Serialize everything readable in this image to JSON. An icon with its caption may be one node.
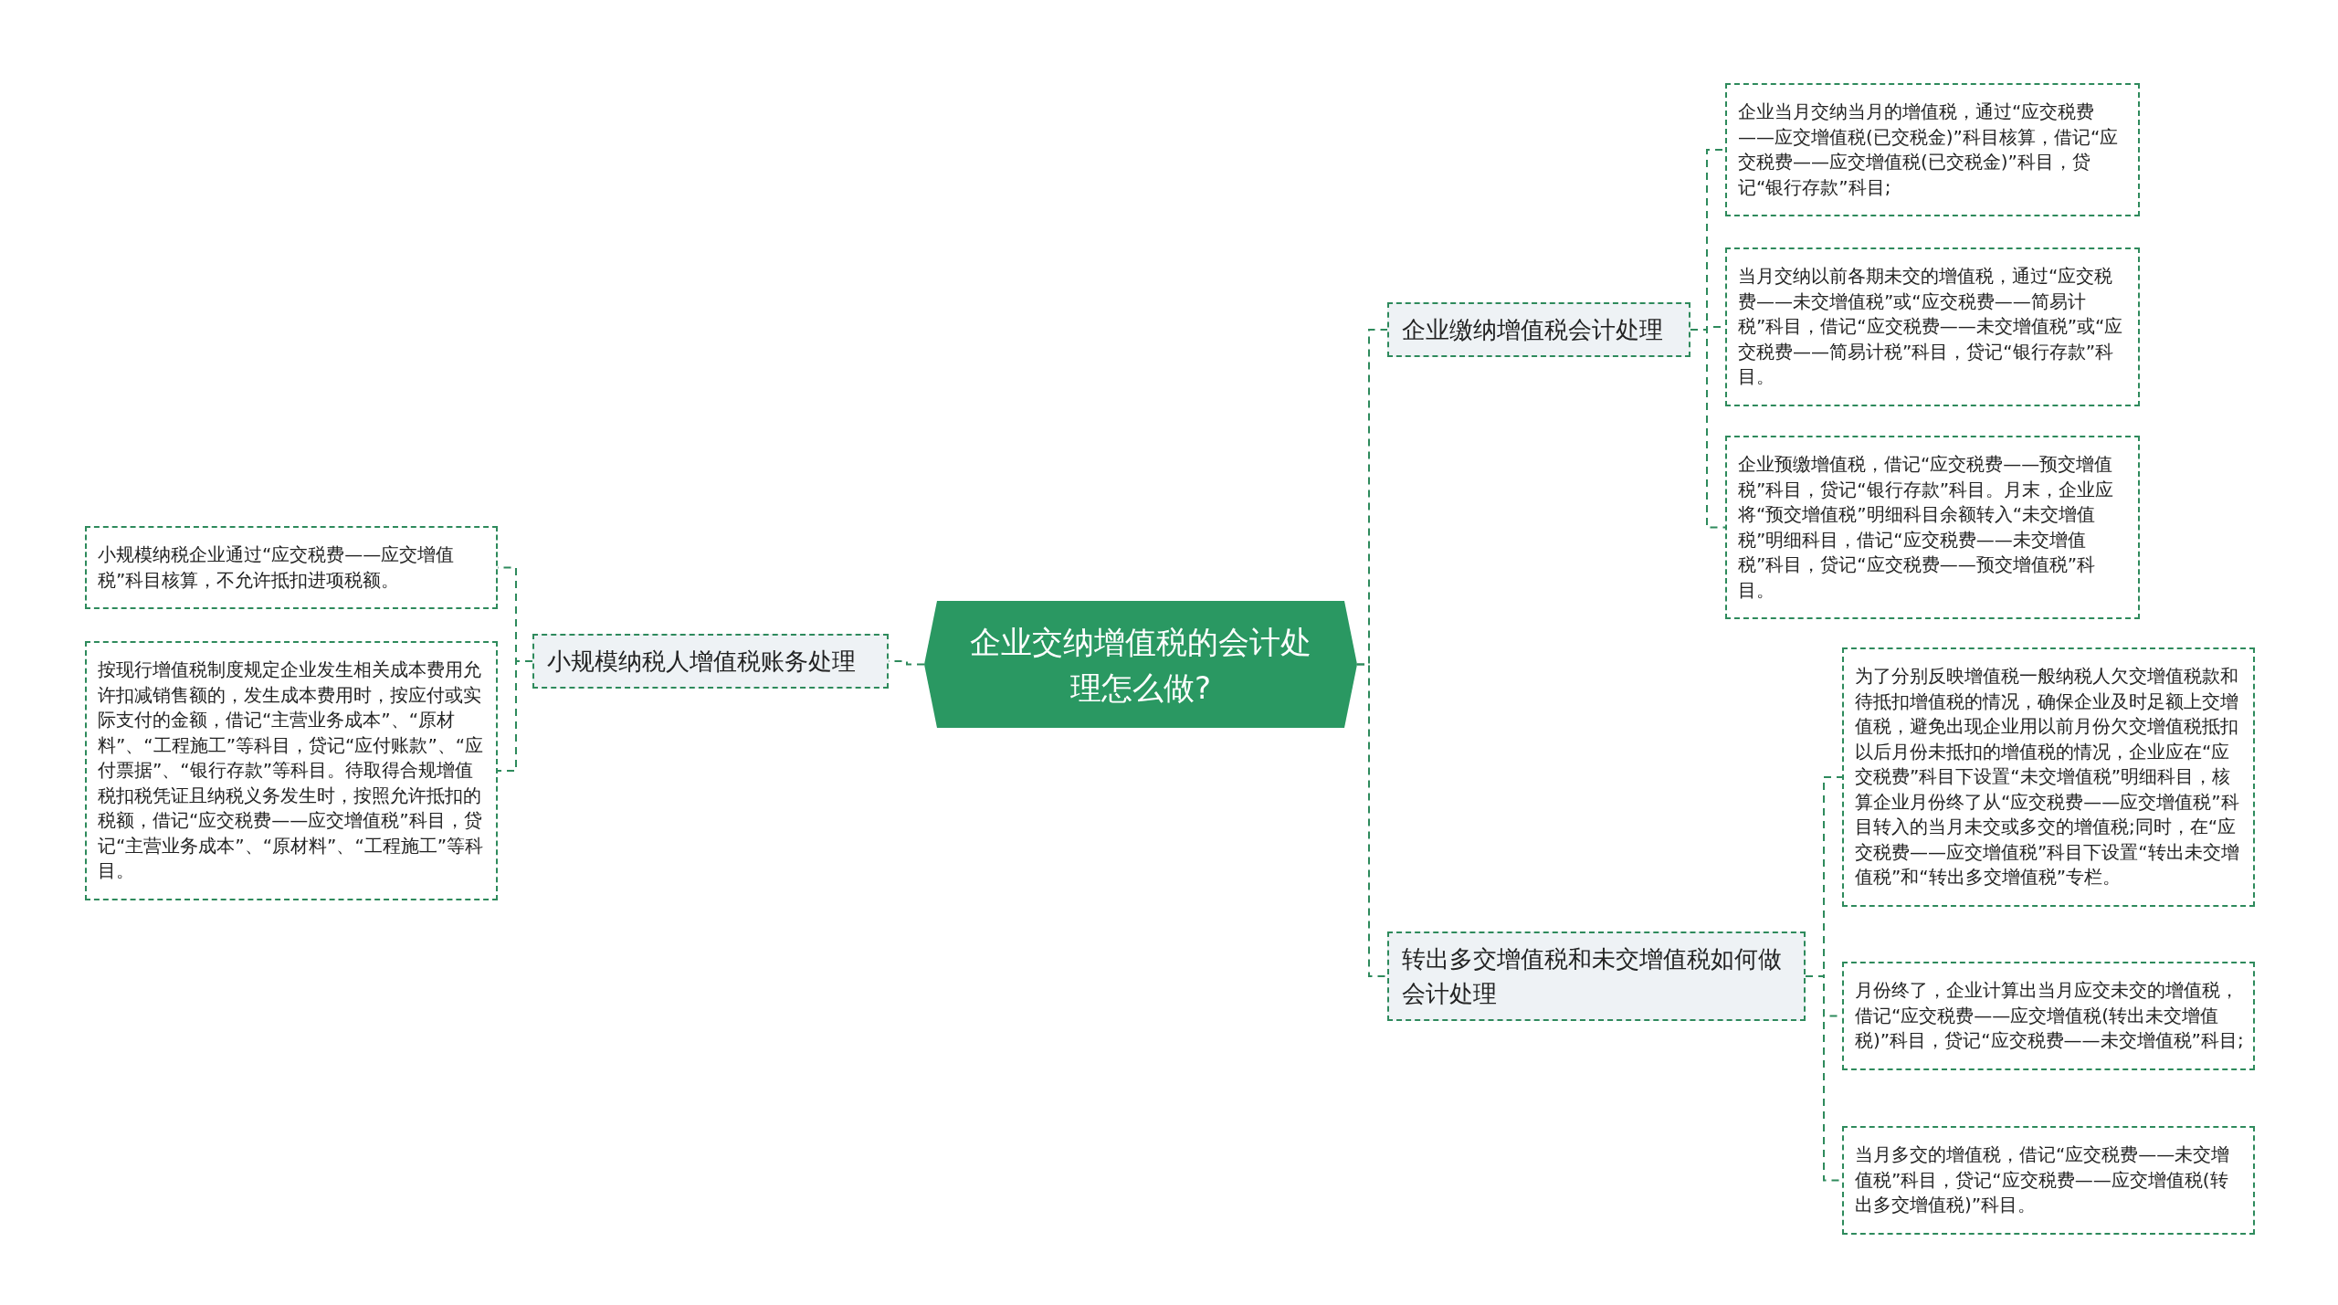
{
  "diagram": {
    "nodes": [
      {
        "text": [
          "企业交纳增值税的会计处理怎么做?"
        ]
      },
      {
        "text": [
          "小规模纳税人增值税账务处理"
        ]
      },
      {
        "text": [
          "小规模纳税企业通过“应交税费——应交增值税”科目核算，不允许抵扣进项税额。"
        ]
      },
      {
        "text": [
          "按现行增值税制度规定企业发生相关成本费用允许扣减销售额的，发生成本费用时，按应付或实际支付的金额，借记“主营业务成本”、“原材料”、“工程施工”等科目，贷记“应付账款”、“应付票据”、“银行存款”等科目。待取得合规增值税扣税凭证且纳税义务发生时，按照允许抵扣的税额，借记“应交税费——应交增值税”科目，贷记“主营业务成本”、“原材料”、“工程施工”等科目。"
        ]
      },
      {
        "text": [
          "企业缴纳增值税会计处理"
        ]
      },
      {
        "text": [
          "企业当月交纳当月的增值税，通过“应交税费——应交增值税(已交税金)”科目核算，借记“应交税费——应交增值税(已交税金)”科目，贷记“银行存款”科目;"
        ]
      },
      {
        "text": [
          "当月交纳以前各期未交的增值税，通过“应交税费——未交增值税”或“应交税费——简易计税”科目，借记“应交税费——未交增值税”或“应交税费——简易计税”科目，贷记“银行存款”科目。"
        ]
      },
      {
        "text": [
          "企业预缴增值税，借记“应交税费——预交增值税”科目，贷记“银行存款”科目。月末，企业应将“预交增值税”明细科目余额转入“未交增值税”明细科目，借记“应交税费——未交增值税”科目，贷记“应交税费——预交增值税”科目。"
        ]
      },
      {
        "text": [
          "转出多交增值税和未交增值税如何做会计处理"
        ]
      },
      {
        "text": [
          "为了分别反映增值税一般纳税人欠交增值税款和待抵扣增值税的情况，确保企业及时足额上交增值税，避免出现企业用以前月份欠交增值税抵扣以后月份未抵扣的增值税的情况，企业应在“应交税费”科目下设置“未交增值税”明细科目，核算企业月份终了从“应交税费——应交增值税”科目转入的当月未交或多交的增值税;同时，在“应交税费——应交增值税”科目下设置“转出未交增值税”和“转出多交增值税”专栏。"
        ]
      },
      {
        "text": [
          "月份终了，企业计算出当月应交未交的增值税，借记“应交税费——应交增值税(转出未交增值税)”科目，贷记“应交税费——未交增值税”科目;"
        ]
      },
      {
        "text": [
          "当月多交的增值税，借记“应交税费——未交增值税”科目，贷记“应交税费——应交增值税(转出多交增值税)”科目。"
        ]
      }
    ],
    "edges": [
      {
        "from": 0,
        "to": 1,
        "arrow": "none"
      },
      {
        "from": 1,
        "to": 2,
        "arrow": "none"
      },
      {
        "from": 1,
        "to": 3,
        "arrow": "none"
      },
      {
        "from": 0,
        "to": 4,
        "arrow": "none"
      },
      {
        "from": 4,
        "to": 5,
        "arrow": "none"
      },
      {
        "from": 4,
        "to": 6,
        "arrow": "none"
      },
      {
        "from": 4,
        "to": 7,
        "arrow": "none"
      },
      {
        "from": 0,
        "to": 8,
        "arrow": "none"
      },
      {
        "from": 8,
        "to": 9,
        "arrow": "none"
      },
      {
        "from": 8,
        "to": 10,
        "arrow": "none"
      },
      {
        "from": 8,
        "to": 11,
        "arrow": "none"
      }
    ]
  }
}
